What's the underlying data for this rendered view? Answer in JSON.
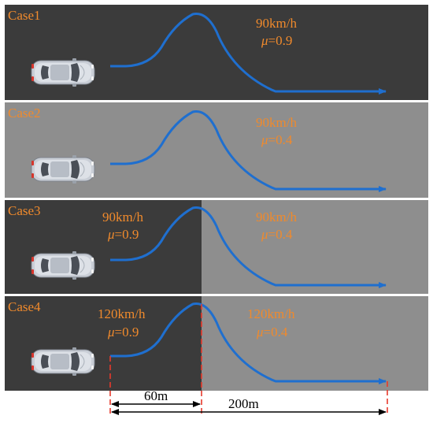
{
  "colors": {
    "dry_road": "#3b3b3b",
    "wet_road": "#8e8e8e",
    "trajectory": "#1f6fcf",
    "label": "#f08a2c",
    "marker": "#e8392b"
  },
  "cases": [
    {
      "label": "Case1",
      "left_surface": "dry",
      "right_surface": "dry",
      "left_text": null,
      "right_text": {
        "speed": "90km/h",
        "mu_symbol": "μ",
        "mu_value": "=0.9"
      }
    },
    {
      "label": "Case2",
      "left_surface": "wet",
      "right_surface": "wet",
      "left_text": null,
      "right_text": {
        "speed": "90km/h",
        "mu_symbol": "μ",
        "mu_value": "=0.4"
      }
    },
    {
      "label": "Case3",
      "left_surface": "dry",
      "right_surface": "wet",
      "left_text": {
        "speed": "90km/h",
        "mu_symbol": "μ",
        "mu_value": "=0.9"
      },
      "right_text": {
        "speed": "90km/h",
        "mu_symbol": "μ",
        "mu_value": "=0.4"
      }
    },
    {
      "label": "Case4",
      "left_surface": "dry",
      "right_surface": "wet",
      "left_text": {
        "speed": "120km/h",
        "mu_symbol": "μ",
        "mu_value": "=0.9"
      },
      "right_text": {
        "speed": "120km/h",
        "mu_symbol": "μ",
        "mu_value": "=0.4"
      }
    }
  ],
  "dimensions": [
    {
      "label": "60m"
    },
    {
      "label": "200m"
    }
  ]
}
